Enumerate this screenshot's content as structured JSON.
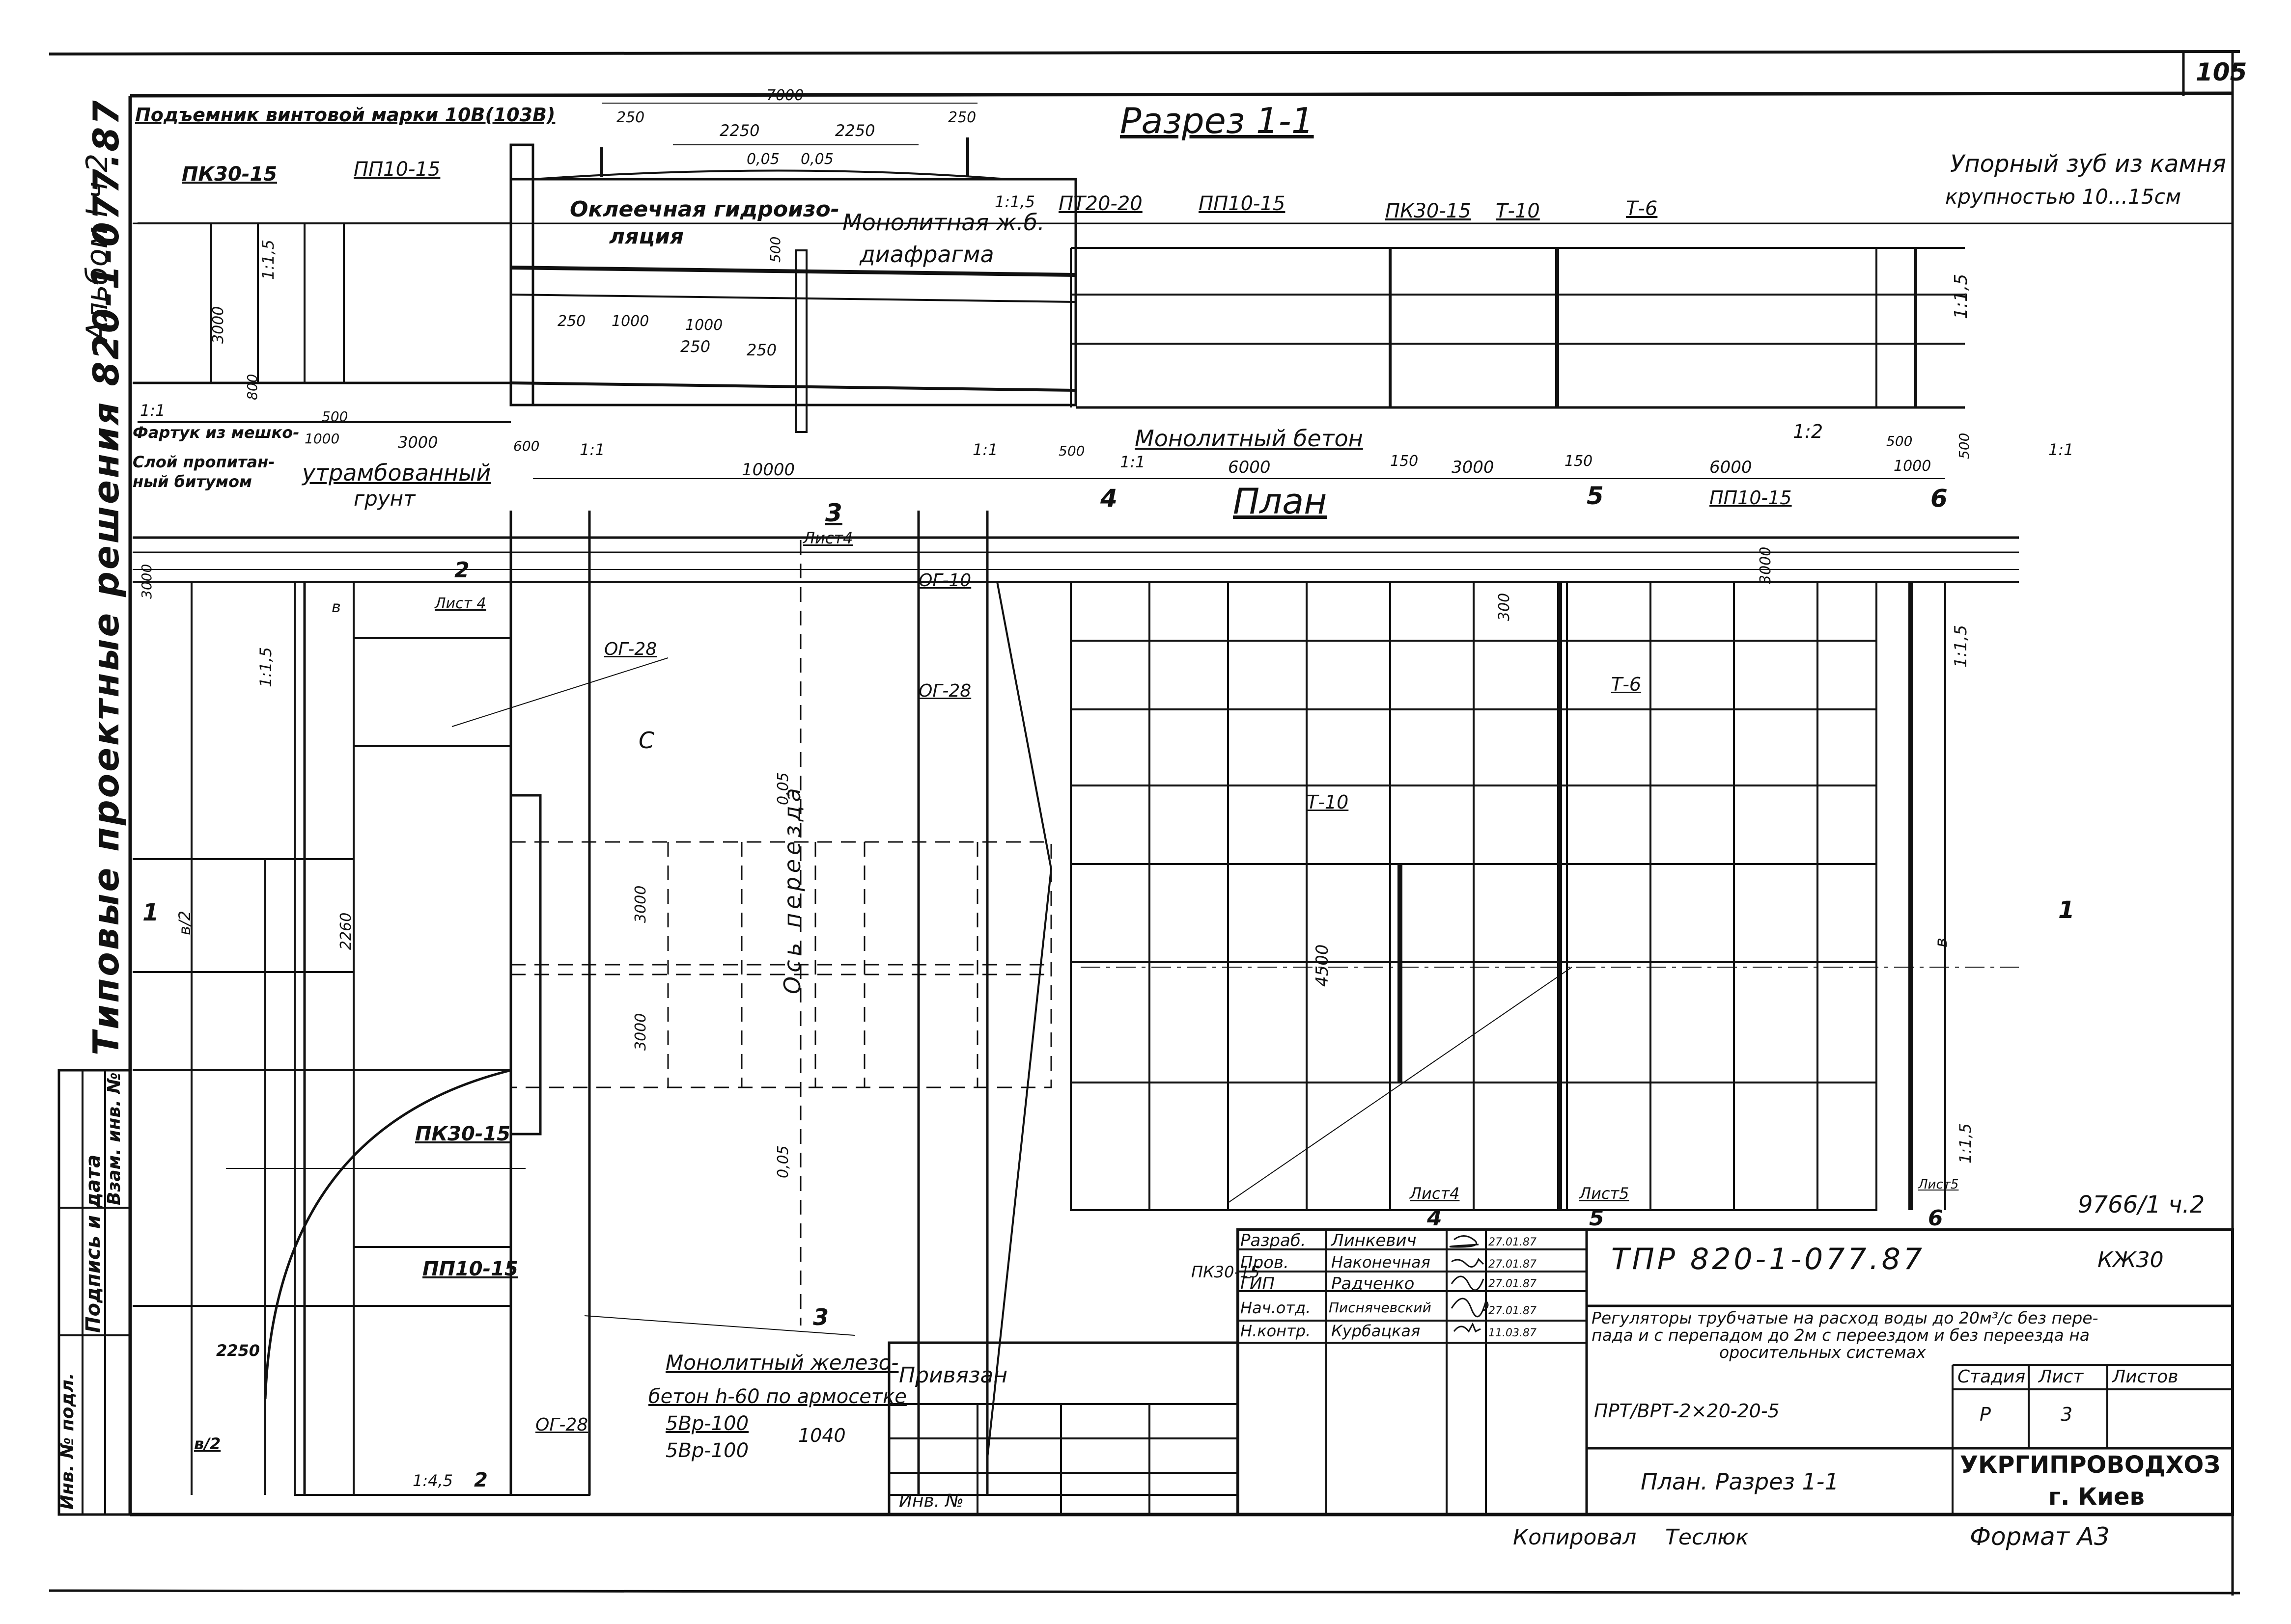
{
  "sheet_number": "105",
  "album": "Альбом I ч.2",
  "series_vertical": "Типовые проектные решения 820-1-077.87",
  "copy_number": "9766/1 ч.2",
  "section_title": "Разрез 1-1",
  "plan_title": "План",
  "section_notes": {
    "lifter": "Подъемник винтовой марки 10В(103В)",
    "upper_tooth_1": "Упорный зуб из камня",
    "upper_tooth_2": "крупностью 10...15см",
    "pasting_1": "Оклеечная гидроизо-",
    "pasting_2": "ляция",
    "diaphragm_1": "Монолитная ж.б.",
    "diaphragm_2": "диафрагма",
    "mono_concrete": "Монолитный бетон",
    "rammed_1": "утрамбованный",
    "rammed_2": "грунт",
    "bag_1": "Фартук из мешко-",
    "bitumen_1": "Слой пропитан-",
    "bitumen_2": "ный битумом"
  },
  "section_marks": {
    "pk_left": "ПК30-15",
    "pp_left": "ПП10-15",
    "pt": "ПТ20-20",
    "pp_mid": "ПП10-15",
    "pk_mid": "ПК30-15",
    "t10": "Т-10",
    "t6": "Т-6",
    "slope_left": "1:1,5",
    "slope_right": "1:1,5",
    "slope_top": "1:1,5",
    "slope_1_1a": "1:1",
    "slope_1_1b": "1:1",
    "slope_1_1c": "1:1",
    "slope_1_1d": "1:1",
    "slope_1_2": "1:2",
    "slope_1_1e": "1:1"
  },
  "section_dims": {
    "d7000": "7000",
    "d250a": "250",
    "d2250a": "2250",
    "d2250b": "2250",
    "d250b": "250",
    "d005a": "0,05",
    "d005b": "0,05",
    "d500": "500",
    "d250c": "250",
    "d1000a": "1000",
    "d1000b": "1000",
    "d250d": "250",
    "d250e": "250",
    "d3000a": "3000",
    "d800": "800",
    "d3000b": "3000",
    "d500b": "500",
    "d1000c": "1000",
    "d600": "600",
    "d10000": "10000",
    "d500c": "500",
    "d6000a": "6000",
    "d150a": "150",
    "d3000c": "3000",
    "d150b": "150",
    "d6000b": "6000",
    "d1000d": "1000",
    "d500d": "500",
    "d500e": "500"
  },
  "plan_marks": {
    "s3": "3",
    "s3_sheet": "Лист4",
    "s4": "4",
    "s5": "5",
    "s6": "6",
    "s2": "2",
    "s2_sheet": "Лист 4",
    "og10": "ОГ-10",
    "og28a": "ОГ-28",
    "og28b": "ОГ-28",
    "og28c": "ОГ-28",
    "pp_plan": "ПП10-15",
    "t6_plan": "Т-6",
    "t10_plan": "Т-10",
    "c_mark": "С",
    "pk_plan": "ПК30-15",
    "pp_plan2": "ПП10-15",
    "pk_plan2": "ПК30-15",
    "axis": "Ось переезда",
    "d3000p": "3000",
    "d300p": "300",
    "d2260": "2260",
    "d3000p2": "3000",
    "d3000p3": "3000",
    "d005p1": "0,05",
    "d005p2": "0,05",
    "d4500": "4500",
    "d2250p": "2250",
    "b2a": "в/2",
    "b2b": "в/2",
    "b_mark": "в",
    "b_mark2": "в",
    "slope_p1": "1:1,5",
    "slope_p2": "1:1,5",
    "slope_p3": "1:1,5",
    "slope_p4": "1:4,5",
    "s1_left": "1",
    "s1_right": "1",
    "sheet4": "Лист4",
    "sheet5": "Лист5",
    "sheet5b": "Лист5",
    "s4b": "4",
    "s5b": "5",
    "s6b": "6",
    "s3b": "3",
    "s2b": "2"
  },
  "rebar_note": {
    "line1": "Монолитный железо-",
    "line2": "бетон h-60 по армосетке",
    "mesh1": "5Вр-100",
    "mesh2": "5Вр-100",
    "width": "1040"
  },
  "side_stamp": {
    "c1": "Инв. № подл.",
    "c2": "Подпись и дата",
    "c3": "Взам. инв. №"
  },
  "title_block": {
    "code": "ТПР  820-1-077.87",
    "mark": "КЖ30",
    "description_1": "Регуляторы трубчатые на расход воды до 20м³/с без пере-",
    "description_2": "пада и с перепадом до 2м с переездом и без переезда на",
    "description_3": "оросительных системах",
    "model": "ПРТ/ВРТ-2×20-20-5",
    "sheet_name": "План.  Разрез 1-1",
    "stage_label": "Стадия",
    "sheet_label": "Лист",
    "sheets_label": "Листов",
    "stage": "Р",
    "sheet": "3",
    "sheets": "",
    "org": "УКРГИПРОВОДХОЗ",
    "city": "г. Киев",
    "bound": "Привязан",
    "inv_no": "Инв. №",
    "copied_label": "Копировал",
    "copied_by": "Теслюк",
    "format_label": "Формат А3",
    "signatures": [
      {
        "role": "Разраб.",
        "name": "Линкевич",
        "date": "27.01.87"
      },
      {
        "role": "Пров.",
        "name": "Наконечная",
        "date": "27.01.87"
      },
      {
        "role": "ГИП",
        "name": "Радченко",
        "date": "27.01.87"
      },
      {
        "role": "Нач.отд.",
        "name": "Писнячевский",
        "date": "27.01.87"
      },
      {
        "role": "Н.контр.",
        "name": "Курбацкая",
        "date": "11.03.87"
      }
    ]
  }
}
